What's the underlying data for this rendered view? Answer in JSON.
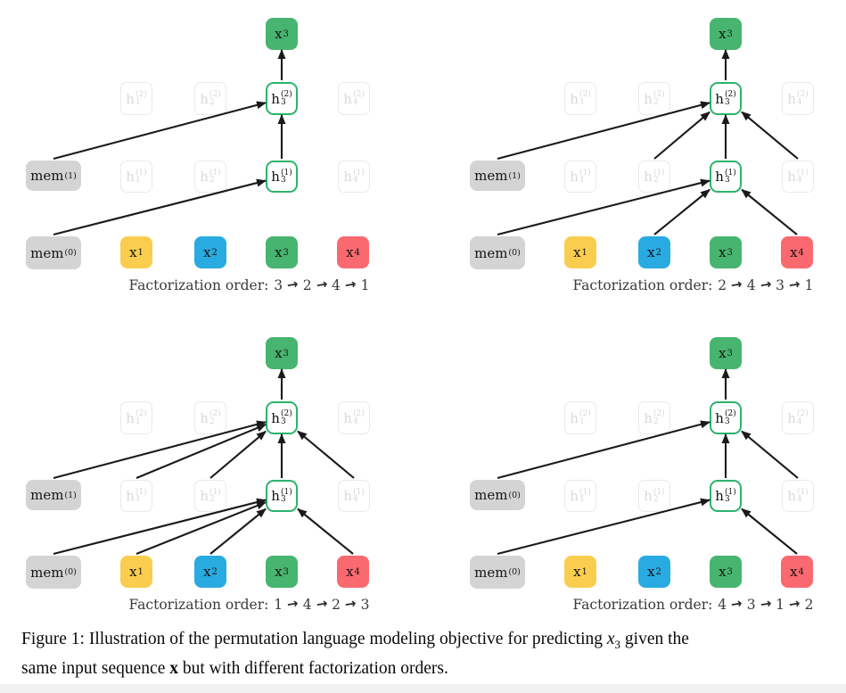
{
  "figure": {
    "caption": {
      "line1_prefix": "Figure 1: Illustration of the permutation language modeling objective for predicting ",
      "var_base": "x",
      "var_sub": "3",
      "line1_suffix": " given the",
      "line2_prefix": "same input sequence ",
      "bold_vector": "x",
      "line2_suffix": " but with different factorization orders."
    }
  },
  "colors": {
    "token_x1": "#FBCD4F",
    "token_x2": "#29ABE2",
    "token_x3": "#47B56F",
    "token_x4": "#F9696F",
    "mem_fill": "#D4D4D4",
    "active_border": "#2BB46B",
    "faded_border": "#EAEAEA",
    "faded_text": "#D9D9D9",
    "arrow": "#1A1A1A",
    "panel_caption_text": "#3A3A3A",
    "bottom_bar": "#F1F1F1"
  },
  "node_defs": {
    "x3_out": {
      "kind": "token",
      "color": "token_x3",
      "label": {
        "base": "x",
        "sub": "3"
      }
    },
    "h1_2": {
      "kind": "hidden",
      "state": "faded",
      "label": {
        "base": "h",
        "sub": "1",
        "sup": "(2)"
      }
    },
    "h2_2": {
      "kind": "hidden",
      "state": "faded",
      "label": {
        "base": "h",
        "sub": "2",
        "sup": "(2)"
      }
    },
    "h3_2": {
      "kind": "hidden",
      "state": "active",
      "label": {
        "base": "h",
        "sub": "3",
        "sup": "(2)"
      }
    },
    "h4_2": {
      "kind": "hidden",
      "state": "faded",
      "label": {
        "base": "h",
        "sub": "4",
        "sup": "(2)"
      }
    },
    "mem_top": {
      "kind": "mem"
    },
    "h1_1": {
      "kind": "hidden",
      "state": "faded",
      "label": {
        "base": "h",
        "sub": "1",
        "sup": "(1)"
      }
    },
    "h2_1": {
      "kind": "hidden",
      "state": "faded",
      "label": {
        "base": "h",
        "sub": "2",
        "sup": "(1)"
      }
    },
    "h3_1": {
      "kind": "hidden",
      "state": "active",
      "label": {
        "base": "h",
        "sub": "3",
        "sup": "(1)"
      }
    },
    "h4_1": {
      "kind": "hidden",
      "state": "faded",
      "label": {
        "base": "h",
        "sub": "4",
        "sup": "(1)"
      }
    },
    "mem_bottom": {
      "kind": "mem"
    },
    "x1": {
      "kind": "token",
      "color": "token_x1",
      "label": {
        "base": "x",
        "sub": "1"
      }
    },
    "x2": {
      "kind": "token",
      "color": "token_x2",
      "label": {
        "base": "x",
        "sub": "2"
      }
    },
    "x3_in": {
      "kind": "token",
      "color": "token_x3",
      "label": {
        "base": "x",
        "sub": "3"
      }
    },
    "x4": {
      "kind": "token",
      "color": "token_x4",
      "label": {
        "base": "x",
        "sub": "4"
      }
    }
  },
  "panels": [
    {
      "id": "top-left",
      "mem_top_label": {
        "base": "mem",
        "sup": "(1)"
      },
      "mem_bottom_label": {
        "base": "mem",
        "sup": "(0)"
      },
      "factorization": {
        "label": "Factorization order:",
        "order": [
          "3",
          "2",
          "4",
          "1"
        ]
      },
      "edges": [
        [
          "mem_top",
          "h3_2"
        ],
        [
          "h3_1",
          "h3_2"
        ],
        [
          "mem_bottom",
          "h3_1"
        ],
        [
          "h3_2",
          "x3_out"
        ]
      ]
    },
    {
      "id": "top-right",
      "mem_top_label": {
        "base": "mem",
        "sup": "(1)"
      },
      "mem_bottom_label": {
        "base": "mem",
        "sup": "(0)"
      },
      "factorization": {
        "label": "Factorization order:",
        "order": [
          "2",
          "4",
          "3",
          "1"
        ]
      },
      "edges": [
        [
          "mem_top",
          "h3_2"
        ],
        [
          "h2_1",
          "h3_2"
        ],
        [
          "h3_1",
          "h3_2"
        ],
        [
          "h4_1",
          "h3_2"
        ],
        [
          "mem_bottom",
          "h3_1"
        ],
        [
          "x2",
          "h3_1"
        ],
        [
          "x4",
          "h3_1"
        ],
        [
          "h3_2",
          "x3_out"
        ]
      ]
    },
    {
      "id": "bottom-left",
      "mem_top_label": {
        "base": "mem",
        "sup": "(1)"
      },
      "mem_bottom_label": {
        "base": "mem",
        "sup": "(0)"
      },
      "factorization": {
        "label": "Factorization order:",
        "order": [
          "1",
          "4",
          "2",
          "3"
        ]
      },
      "edges": [
        [
          "mem_top",
          "h3_2"
        ],
        [
          "h1_1",
          "h3_2"
        ],
        [
          "h2_1",
          "h3_2"
        ],
        [
          "h3_1",
          "h3_2"
        ],
        [
          "h4_1",
          "h3_2"
        ],
        [
          "mem_bottom",
          "h3_1"
        ],
        [
          "x1",
          "h3_1"
        ],
        [
          "x2",
          "h3_1"
        ],
        [
          "x4",
          "h3_1"
        ],
        [
          "h3_2",
          "x3_out"
        ]
      ]
    },
    {
      "id": "bottom-right",
      "mem_top_label": {
        "base": "mem",
        "sup": "(0)"
      },
      "mem_bottom_label": {
        "base": "mem",
        "sup": "(0)"
      },
      "factorization": {
        "label": "Factorization order:",
        "order": [
          "4",
          "3",
          "1",
          "2"
        ]
      },
      "edges": [
        [
          "mem_top",
          "h3_2"
        ],
        [
          "h3_1",
          "h3_2"
        ],
        [
          "h4_1",
          "h3_2"
        ],
        [
          "mem_bottom",
          "h3_1"
        ],
        [
          "x4",
          "h3_1"
        ],
        [
          "h3_2",
          "x3_out"
        ]
      ]
    }
  ]
}
